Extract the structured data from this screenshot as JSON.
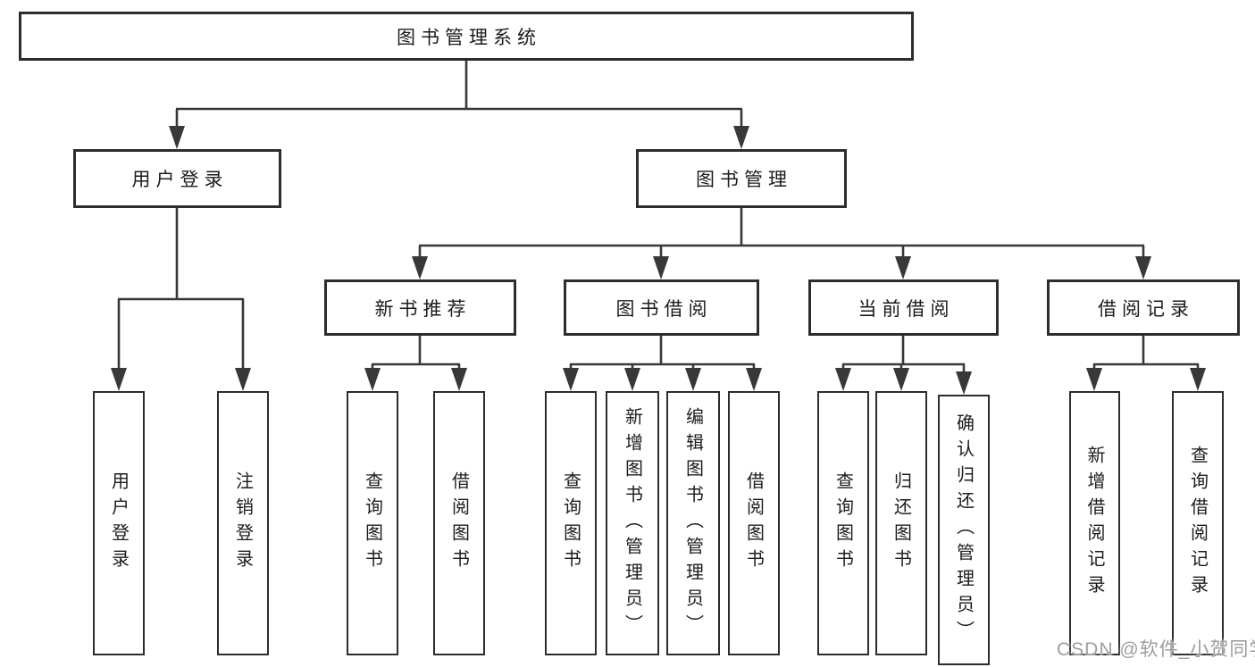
{
  "diagram_title": "图书管理系统",
  "nodes": {
    "root": {
      "label": "图书管理系统"
    },
    "user_login": {
      "label": "用户登录"
    },
    "book_mgmt": {
      "label": "图书管理"
    },
    "new_book_rec": {
      "label": "新书推荐"
    },
    "book_borrow": {
      "label": "图书借阅"
    },
    "current_borrow": {
      "label": "当前借阅"
    },
    "borrow_records": {
      "label": "借阅记录"
    },
    "ul_login": {
      "label": "用户登录"
    },
    "ul_logout": {
      "label": "注销登录"
    },
    "nb_query": {
      "label": "查询图书"
    },
    "nb_borrow": {
      "label": "借阅图书"
    },
    "bb_query": {
      "label": "查询图书"
    },
    "bb_add": {
      "label": "新增图书（管理员）"
    },
    "bb_edit": {
      "label": "编辑图书（管理员）"
    },
    "bb_borrow": {
      "label": "借阅图书"
    },
    "cb_query": {
      "label": "查询图书"
    },
    "cb_return": {
      "label": "归还图书"
    },
    "cb_confirm": {
      "label": "确认归还（管理员）"
    },
    "br_add": {
      "label": "新增借阅记录"
    },
    "br_query": {
      "label": "查询借阅记录"
    }
  },
  "watermark": {
    "text": "CSDN @软件_小贺同学"
  },
  "colors": {
    "line": "#383838",
    "box_border": "#2d2d2d",
    "text": "#1c1c1c",
    "watermark": "#9d9d9d",
    "background": "#ffffff"
  }
}
